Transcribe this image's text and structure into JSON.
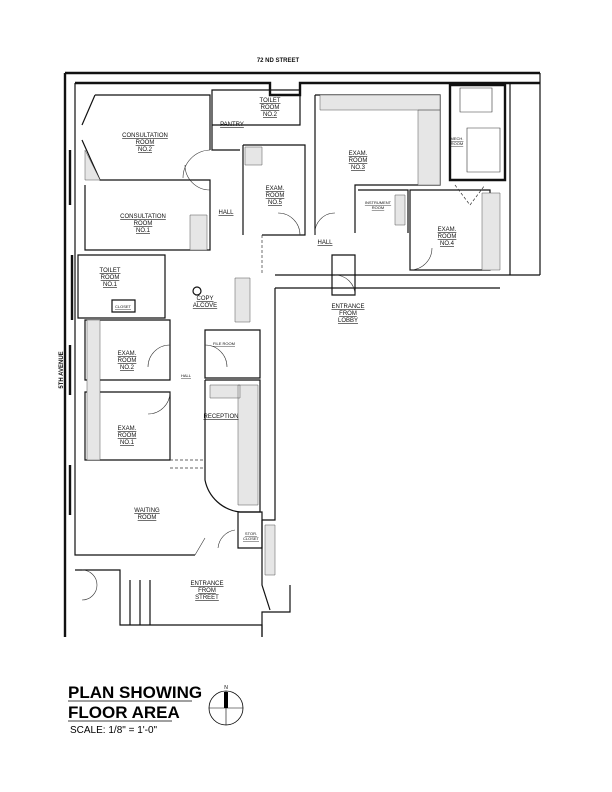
{
  "street_top": "72 ND STREET",
  "street_left": "5TH AVENUE",
  "rooms": {
    "consult2": [
      "CONSULTATION",
      "ROOM",
      "NO.2"
    ],
    "consult1": [
      "CONSULTATION",
      "ROOM",
      "NO.1"
    ],
    "toilet1": [
      "TOILET",
      "ROOM",
      "NO.1"
    ],
    "closet": "CLOSET",
    "copy": [
      "COPY",
      "ALCOVE"
    ],
    "pantry": "PANTRY",
    "toilet2": [
      "TOILET",
      "ROOM",
      "NO.2"
    ],
    "exam5": [
      "EXAM.",
      "ROOM",
      "NO.5"
    ],
    "hall_a": "HALL",
    "exam3": [
      "EXAM.",
      "ROOM",
      "NO.3"
    ],
    "mech": [
      "MECH.",
      "ROOM"
    ],
    "instrument": [
      "INSTRUMENT",
      "ROOM"
    ],
    "hall_b": "HALL",
    "exam4": [
      "EXAM.",
      "ROOM",
      "NO.4"
    ],
    "entrance_lobby": [
      "ENTRANCE",
      "FROM",
      "LOBBY"
    ],
    "exam2": [
      "EXAM.",
      "ROOM",
      "NO.2"
    ],
    "hall_c": "HALL",
    "file": "FILE ROOM",
    "exam1": [
      "EXAM.",
      "ROOM",
      "NO.1"
    ],
    "reception": "RECEPTION",
    "waiting": [
      "WAITING",
      "ROOM"
    ],
    "stor": [
      "STOR.",
      "CLOSET"
    ],
    "entrance_street": [
      "ENTRANCE",
      "FROM",
      "STREET"
    ]
  },
  "title": {
    "line1": "PLAN SHOWING",
    "line2": "FLOOR AREA",
    "scale": "SCALE: 1/8\" = 1'-0\""
  },
  "north": "N"
}
